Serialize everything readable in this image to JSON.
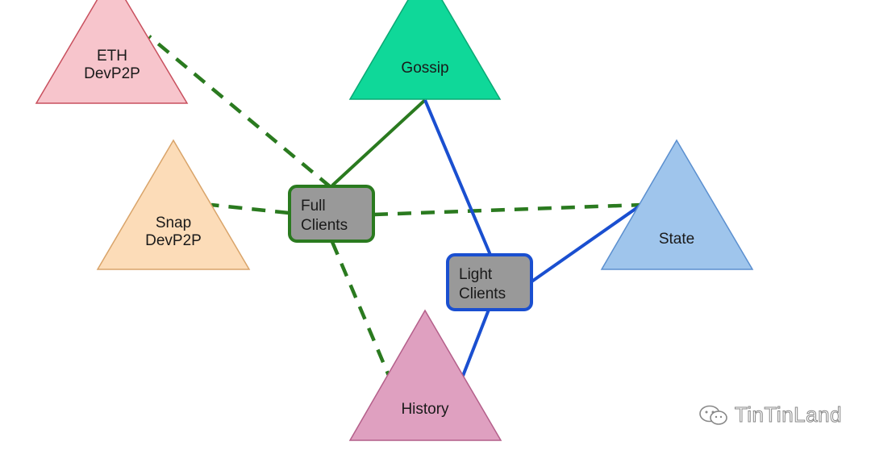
{
  "nodes": {
    "eth_devp2p": {
      "line1": "ETH",
      "line2": "DevP2P",
      "fill": "#f7c5cc",
      "stroke": "#c8505e"
    },
    "snap_devp2p": {
      "line1": "Snap",
      "line2": "DevP2P",
      "fill": "#fcdcb8",
      "stroke": "#d9a46a"
    },
    "gossip": {
      "label": "Gossip",
      "fill": "#0fd899",
      "stroke": "#0aa874"
    },
    "state": {
      "label": "State",
      "fill": "#9fc5ec",
      "stroke": "#5b8fcf"
    },
    "history": {
      "label": "History",
      "fill": "#dfa0c0",
      "stroke": "#b45f8a"
    },
    "full_clients": {
      "line1": "Full",
      "line2": "Clients",
      "fill": "#999999",
      "stroke": "#2a7a1f"
    },
    "light_clients": {
      "line1": "Light",
      "line2": "Clients",
      "fill": "#999999",
      "stroke": "#1a4fd0"
    }
  },
  "edge_colors": {
    "full": "#2a7a1f",
    "light": "#1a4fd0"
  },
  "watermark": {
    "text": "TinTinLand"
  }
}
